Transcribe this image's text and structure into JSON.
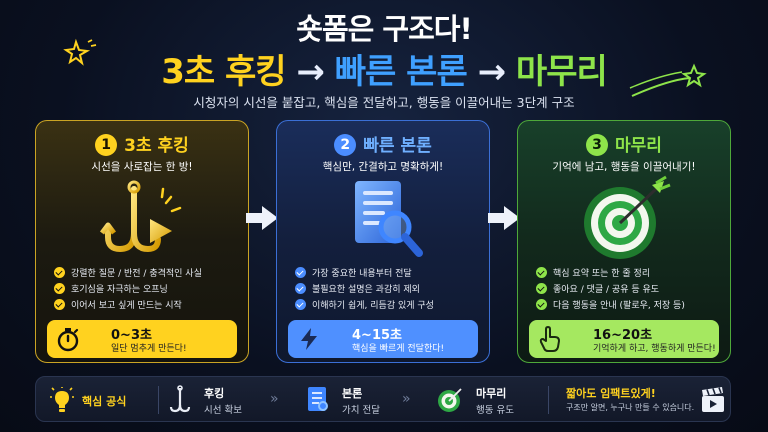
{
  "header": {
    "title": "숏폼은 구조다!",
    "step1": "3초 후킹",
    "step2": "빠른 본론",
    "step3": "마무리",
    "arrow": "→",
    "subtitle": "시청자의 시선을 붙잡고, 핵심을 전달하고, 행동을 이끌어내는 3단계 구조"
  },
  "cards": [
    {
      "number": "1",
      "title": "3초 후킹",
      "subtitle": "시선을 사로잡는 한 방!",
      "bullets": [
        "강렬한 질문 / 반전 / 충격적인 사실",
        "호기심을 자극하는 오프닝",
        "이어서 보고 싶게 만드는 시작"
      ],
      "time": "0~3초",
      "time_desc": "일단 멈추게 만든다!",
      "color": "#ffd21f"
    },
    {
      "number": "2",
      "title": "빠른 본론",
      "subtitle": "핵심만, 간결하고 명확하게!",
      "bullets": [
        "가장 중요한 내용부터 전달",
        "불필요한 설명은 과감히 제외",
        "이해하기 쉽게, 리듬감 있게 구성"
      ],
      "time": "4~15초",
      "time_desc": "핵심을 빠르게 전달한다!",
      "color": "#4f90ff"
    },
    {
      "number": "3",
      "title": "마무리",
      "subtitle": "기억에 남고, 행동을 이끌어내기!",
      "bullets": [
        "핵심 요약 또는 한 줄 정리",
        "좋아요 / 댓글 / 공유 등 유도",
        "다음 행동을 안내 (팔로우, 저장 등)"
      ],
      "time": "16~20초",
      "time_desc": "기억하게 하고, 행동하게 만든다!",
      "color": "#8ee44a"
    }
  ],
  "formula": {
    "label": "핵심 공식",
    "items": [
      {
        "title": "후킹",
        "desc": "시선 확보"
      },
      {
        "title": "본론",
        "desc": "가치 전달"
      },
      {
        "title": "마무리",
        "desc": "행동 유도"
      }
    ],
    "chevron": "»",
    "tagline": "짧아도 임팩트있게!",
    "tagline_sub": "구조만 알면, 누구나 만들 수 있습니다."
  },
  "icons": [
    "sparkle-star-icon",
    "hook-icon",
    "document-search-icon",
    "target-arrow-icon",
    "stopwatch-icon",
    "lightning-icon",
    "pointing-hand-icon",
    "lightbulb-icon",
    "clapperboard-icon",
    "arrow-right-icon"
  ]
}
